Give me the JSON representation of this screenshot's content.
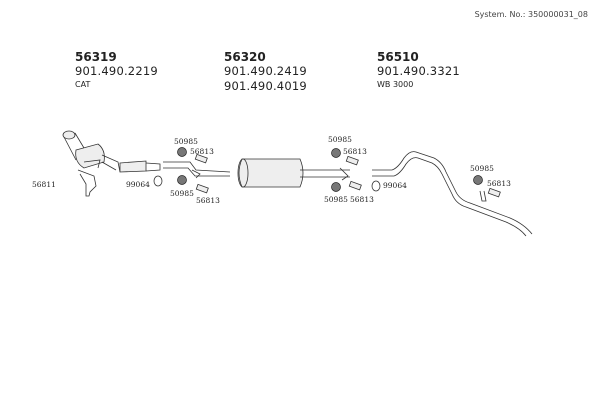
{
  "system_number": "System. No.: 350000031_08",
  "groups": [
    {
      "part": "56319",
      "oem": [
        "901.490.2219"
      ],
      "note": "CAT"
    },
    {
      "part": "56320",
      "oem": [
        "901.490.2419",
        "901.490.4019"
      ],
      "note": ""
    },
    {
      "part": "56510",
      "oem": [
        "901.490.3321"
      ],
      "note": "WB 3000"
    }
  ],
  "callouts": {
    "bracket_cat": "56811",
    "clamp_1": "99064",
    "rubber_1a": "50985",
    "holder_1a": "56813",
    "rubber_1b": "50985",
    "holder_1b": "56813",
    "rubber_2a": "50985",
    "holder_2a": "56813",
    "rubber_2b": "50985",
    "holder_2b": "56813",
    "clamp_2": "99064",
    "rubber_3": "50985",
    "holder_3": "56813"
  }
}
